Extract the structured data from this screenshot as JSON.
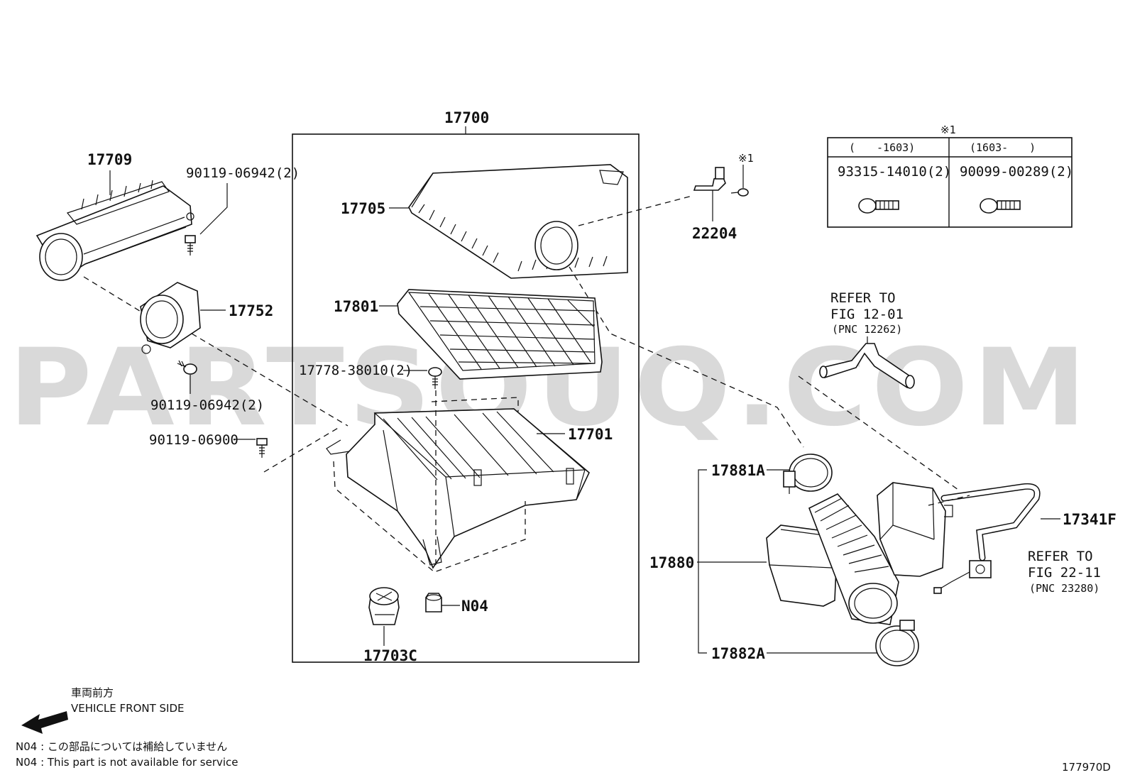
{
  "watermark": "PARTSOUQ.COM",
  "figure_code": "177970D",
  "group_label": "17700",
  "parts": {
    "p17709": "17709",
    "p17705": "17705",
    "p17752": "17752",
    "p17801": "17801",
    "p17701": "17701",
    "p17703C": "17703C",
    "pN04": "N04",
    "p22204": "22204",
    "p17880": "17880",
    "p17881A": "17881A",
    "p17882A": "17882A",
    "p17341F": "17341F",
    "bolt_top_left": "90119-06942(2)",
    "bolt_mid_left": "90119-06942(2)",
    "bolt_lower_left": "90119-06900",
    "screw_filter": "17778-38010(2)"
  },
  "ref_table": {
    "mark": "※1",
    "col1_header": "(　　-1603)",
    "col2_header": "(1603-　　)",
    "col1_part": "93315-14010(2)",
    "col2_part": "90099-00289(2)"
  },
  "sensor_mark": "※1",
  "refs": {
    "ref1_line1": "REFER TO",
    "ref1_line2": "FIG 12-01",
    "ref1_line3": "(PNC 12262)",
    "ref2_line1": "REFER TO",
    "ref2_line2": "FIG 22-11",
    "ref2_line3": "(PNC 23280)"
  },
  "direction": {
    "jp": "車両前方",
    "en": "VEHICLE FRONT SIDE"
  },
  "notes": {
    "n1": "N04 : この部品については補給していません",
    "n2": "N04 : This part is not available for service"
  },
  "icons": [
    "arrow-left-icon"
  ]
}
